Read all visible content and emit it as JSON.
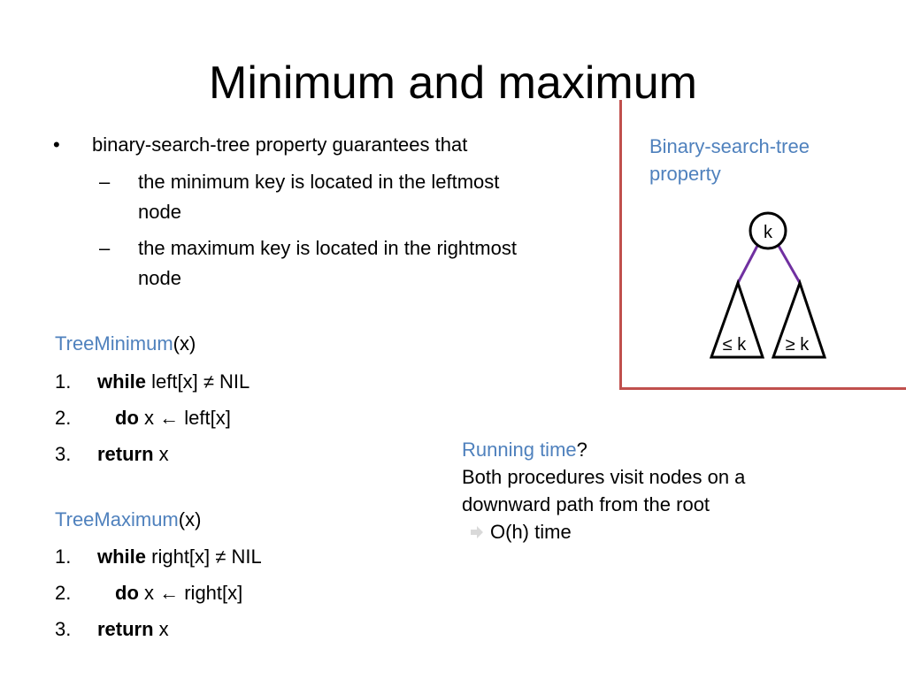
{
  "slide": {
    "title": "Minimum and maximum",
    "bullets": {
      "main_marker": "•",
      "main": "binary-search-tree property guarantees that",
      "sub_marker": "–",
      "sub1_line1": "the minimum key is located in the  leftmost",
      "sub1_line2": "node",
      "sub2_line1": "the maximum key is located in the rightmost",
      "sub2_line2": "node"
    },
    "tree_minimum": {
      "name": "TreeMinimum",
      "params": "(x)",
      "lines": [
        {
          "num": "1.",
          "keyword": "while",
          "rest": " left[x] ≠ NIL"
        },
        {
          "num": "2.",
          "keyword": "do",
          "rest": " x ← left[x]"
        },
        {
          "num": "3.",
          "keyword": "return",
          "rest": " x"
        }
      ]
    },
    "tree_maximum": {
      "name": "TreeMaximum",
      "params": "(x)",
      "lines": [
        {
          "num": "1.",
          "keyword": "while",
          "rest": " right[x] ≠ NIL"
        },
        {
          "num": "2.",
          "keyword": "do",
          "rest": " x ← right[x]"
        },
        {
          "num": "3.",
          "keyword": "return",
          "rest": " x"
        }
      ]
    },
    "bst_property": {
      "label_line1": "Binary-search-tree",
      "label_line2": "property",
      "root_label": "k",
      "left_label": "≤ k",
      "right_label": "≥ k"
    },
    "running_time": {
      "heading": "Running time",
      "heading_suffix": "?",
      "line1": "Both procedures visit nodes on a",
      "line2": "downward path from the root",
      "conclusion": "O(h) time"
    },
    "colors": {
      "accent_blue": "#4f81bd",
      "frame_red": "#c0504d",
      "edge_purple": "#7030a0",
      "arrow_gray": "#d9d9d9"
    }
  }
}
